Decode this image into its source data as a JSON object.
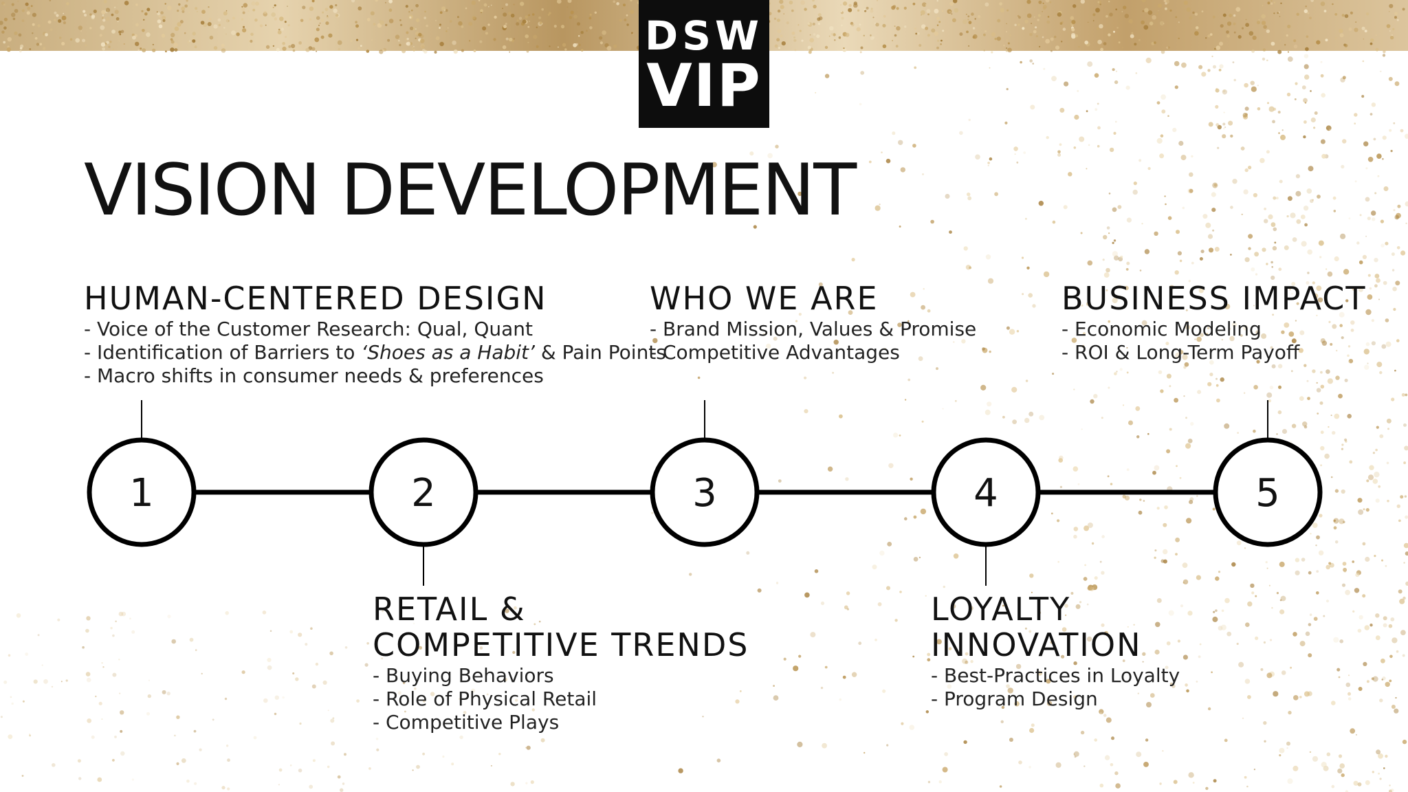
{
  "logo": {
    "line1": "DSW",
    "line2": "VIP"
  },
  "title": "VISION DEVELOPMENT",
  "stages": [
    {
      "number": "1",
      "heading_lines": [
        "HUMAN-CENTERED DESIGN"
      ],
      "bullets": [
        [
          {
            "text": "- Voice of the Customer Research: Qual, Quant"
          }
        ],
        [
          {
            "text": "- Identification of Barriers to "
          },
          {
            "text": "‘Shoes as a Habit’",
            "italic": true
          },
          {
            "text": " & Pain Points"
          }
        ],
        [
          {
            "text": "- Macro shifts in consumer needs & preferences"
          }
        ]
      ]
    },
    {
      "number": "2",
      "heading_lines": [
        "RETAIL &",
        "COMPETITIVE TRENDS"
      ],
      "bullets": [
        [
          {
            "text": "- Buying Behaviors"
          }
        ],
        [
          {
            "text": "- Role of Physical Retail"
          }
        ],
        [
          {
            "text": "- Competitive Plays"
          }
        ]
      ]
    },
    {
      "number": "3",
      "heading_lines": [
        "WHO WE ARE"
      ],
      "bullets": [
        [
          {
            "text": "- Brand Mission, Values & Promise"
          }
        ],
        [
          {
            "text": "- Competitive Advantages"
          }
        ]
      ]
    },
    {
      "number": "4",
      "heading_lines": [
        "LOYALTY",
        "INNOVATION"
      ],
      "bullets": [
        [
          {
            "text": "- Best-Practices in Loyalty"
          }
        ],
        [
          {
            "text": "- Program Design"
          }
        ]
      ]
    },
    {
      "number": "5",
      "heading_lines": [
        "BUSINESS IMPACT"
      ],
      "bullets": [
        [
          {
            "text": "- Economic Modeling"
          }
        ],
        [
          {
            "text": "- ROI & Long-Term Payoff"
          }
        ]
      ]
    }
  ]
}
